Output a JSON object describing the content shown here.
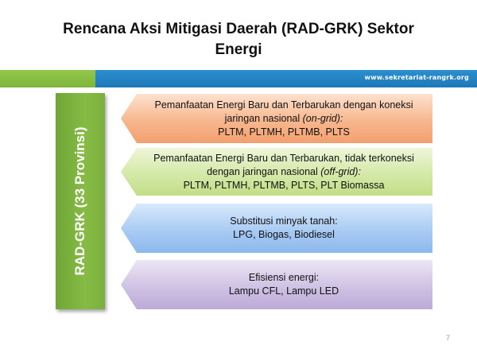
{
  "title": {
    "line1": "Rencana Aksi Mitigasi Daerah (RAD-GRK) Sektor",
    "line2": "Energi"
  },
  "band": {
    "url": "www.sekretariat-rangrk.org",
    "colors": {
      "green": "#86bb45",
      "blue": "#1f78b8"
    }
  },
  "side_label": "RAD-GRK (33 Provinsi)",
  "boxes": [
    {
      "line1": "Pemanfaatan Energi Baru dan Terbarukan dengan koneksi",
      "line2_prefix": "jaringan nasional ",
      "line2_italic": "(on-grid):",
      "line3": "PLTM, PLTMH, PLTMB, PLTS",
      "color": "#f7b78e"
    },
    {
      "line1": "Pemanfaatan Energi Baru dan Terbarukan, tidak terkoneksi",
      "line2_prefix": "dengan jaringan nasional ",
      "line2_italic": "(off-grid):",
      "line3": "PLTM, PLTMH, PLTMB, PLTS, PLT Biomassa",
      "color": "#d4e9a8"
    },
    {
      "line1": "Substitusi minyak tanah:",
      "line2": "LPG, Biogas, Biodiesel",
      "color": "#a9cbf3"
    },
    {
      "line1": "Efisiensi energi:",
      "line2": "Lampu CFL, Lampu LED",
      "color": "#cfc2e4"
    }
  ],
  "page_number": "7"
}
